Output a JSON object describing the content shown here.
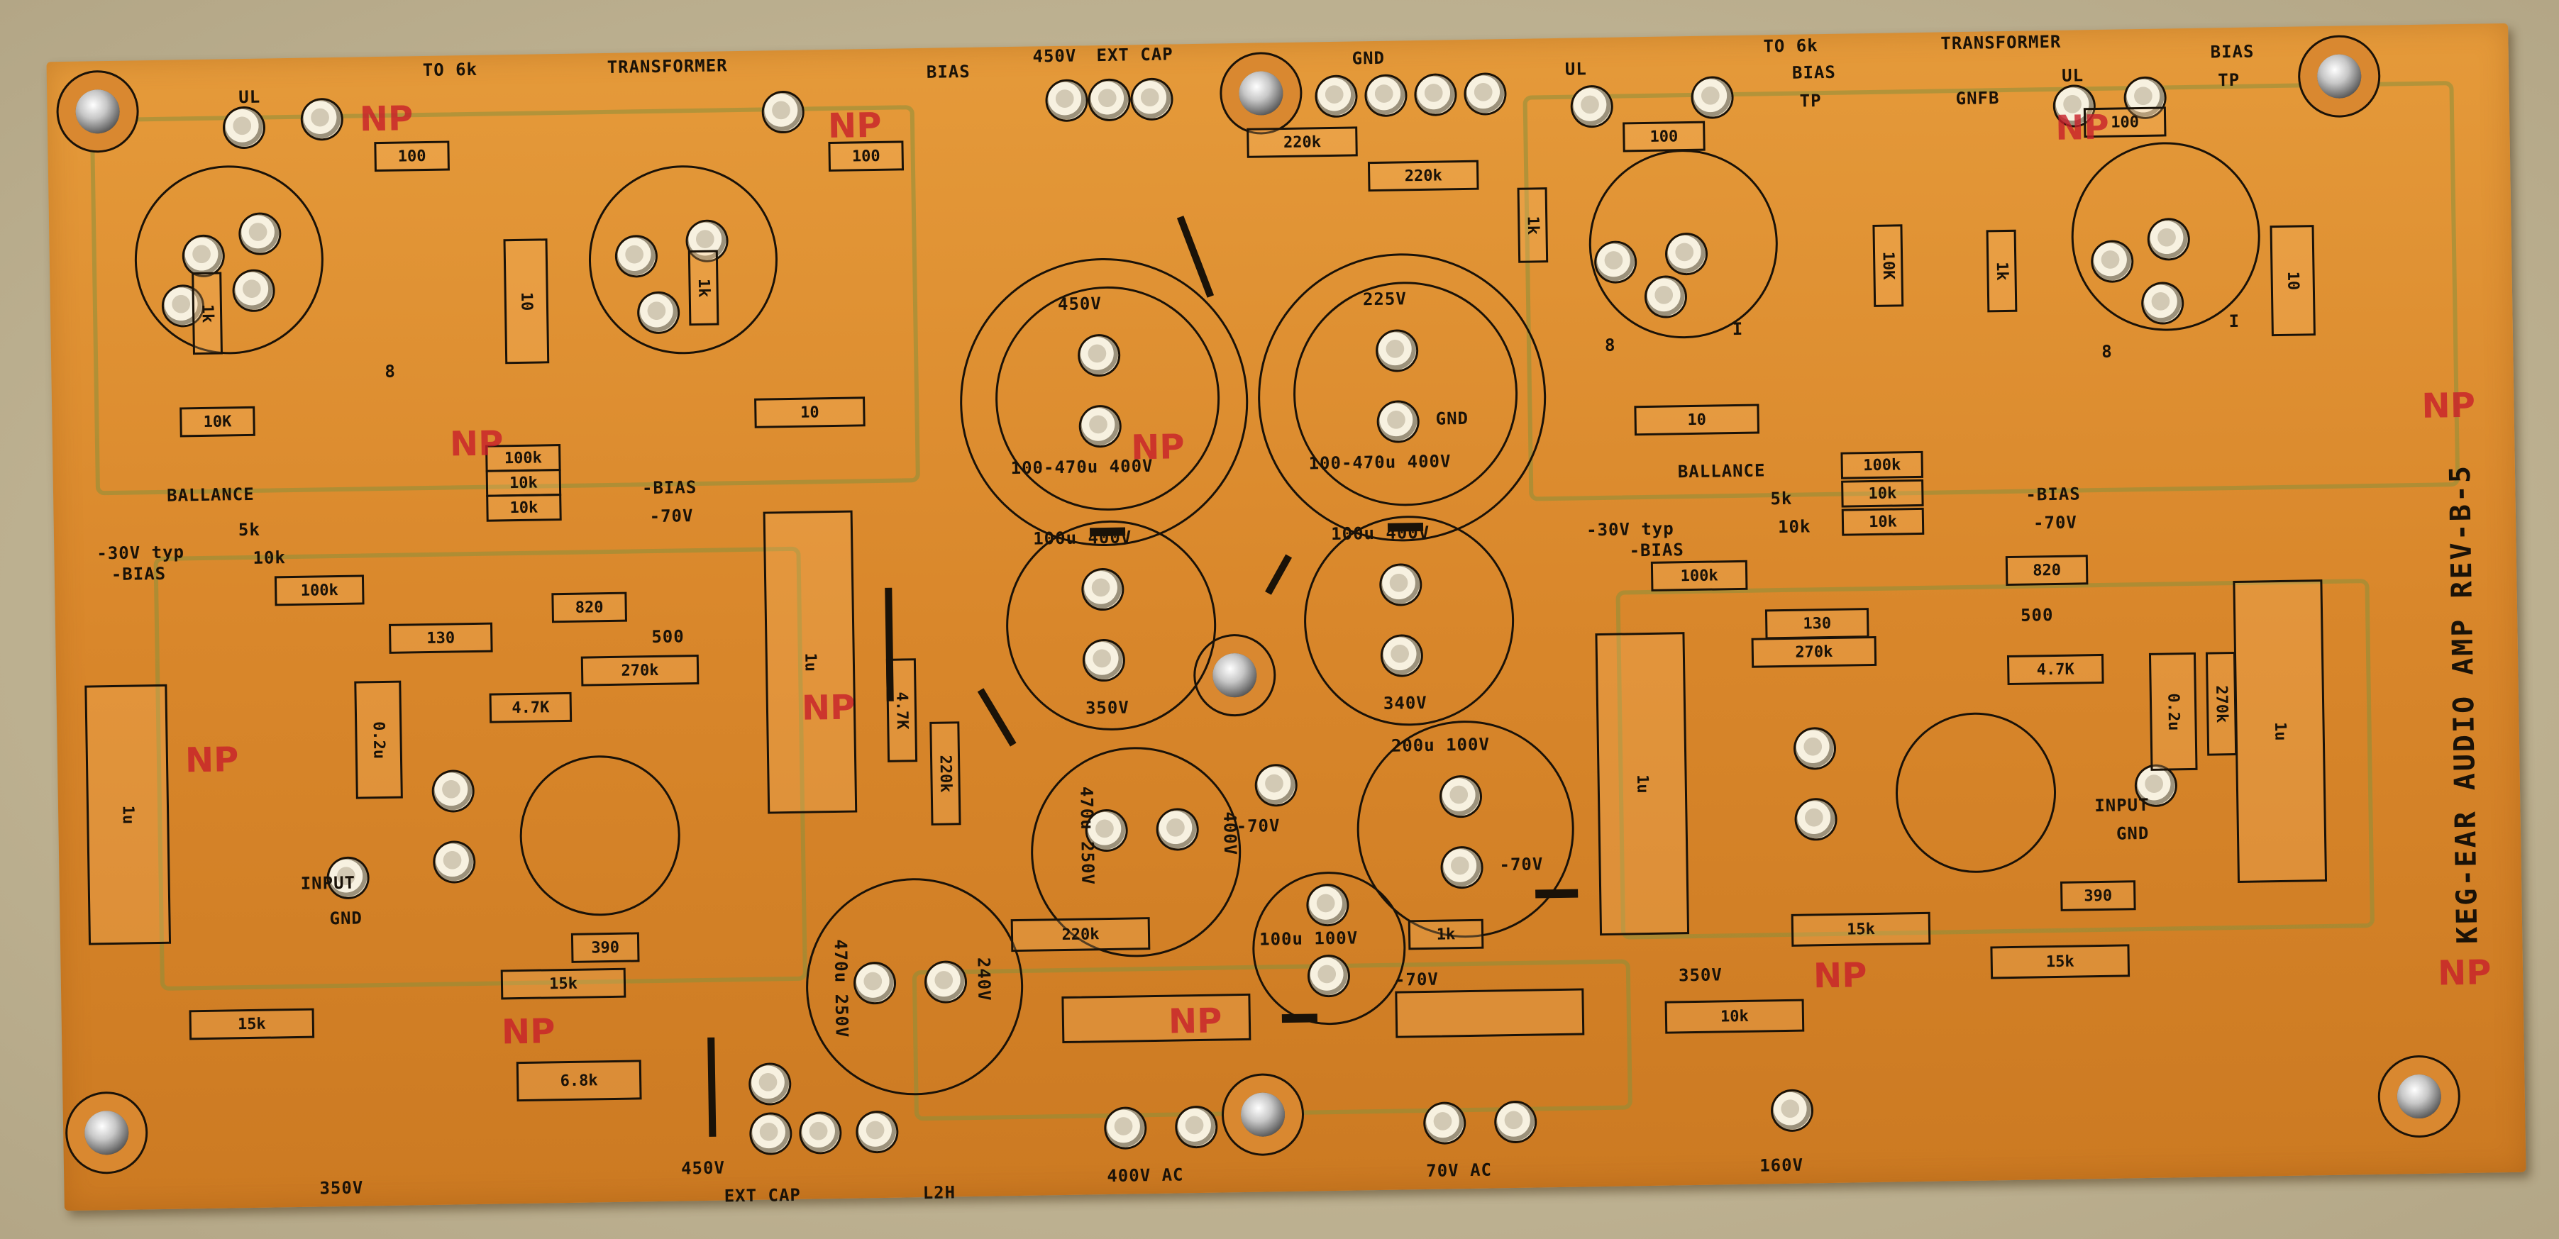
{
  "board": {
    "title": "KEG-EAR AUDIO AMP REV-B-5",
    "np_mark": "NP",
    "top_labels": {
      "to6k_left": "TO 6k",
      "transformer_left": "TRANSFORMER",
      "to6k_right": "TO 6k",
      "transformer_right": "TRANSFORMER",
      "bias_tp_1": "BIAS",
      "bias_tp_2": "TP",
      "v450": "450V",
      "ext_cap": "EXT CAP",
      "gnd": "GND",
      "ul": "UL",
      "gnfb": "GNFB"
    },
    "bottom_labels": {
      "v350": "350V",
      "v450": "450V",
      "ext_cap": "EXT CAP",
      "l2h": "L2H",
      "v400ac": "400V AC",
      "v70ac": "70V AC",
      "v160": "160V"
    },
    "caps": {
      "c1_v": "450V",
      "c1_val": "100-470u 400V",
      "c2_v": "225V",
      "c2_gnd": "GND",
      "c2_val": "100-470u 400V",
      "c3": "100u 400V",
      "c3_v": "350V",
      "c4": "100u 400V",
      "c4_v": "340V",
      "c5": "470u 250V",
      "c5_v": "400V",
      "c6": "200u 100V",
      "c6_m70a": "-70V",
      "c6_m70b": "-70V",
      "c7": "470u 250V",
      "c7_v": "240V",
      "c8": "100u 100V",
      "m70_center": "-70V",
      "m70_bottom": "-70V"
    },
    "resistors": {
      "r100": "100",
      "r10": "10",
      "r1k": "1k",
      "r10k": "10K",
      "r100k": "100k",
      "r10k_b": "10k",
      "r820": "820",
      "r130": "130",
      "r270k": "270k",
      "r4_7k": "4.7K",
      "r220k": "220k",
      "r390": "390",
      "r15k": "15k",
      "r6_8k": "6.8k",
      "r1k_b": "1k",
      "r10k_c": "10k",
      "r500": "500",
      "r5k": "5k"
    },
    "misc": {
      "ballance": "BALLANCE",
      "bias_neg": "-BIAS",
      "m70": "-70V",
      "m30typ": "-30V typ",
      "input": "INPUT",
      "gnd": "GND",
      "c1u": "1u",
      "c0_2u": "0.2u",
      "pin8": "8",
      "pin1": "I"
    }
  }
}
